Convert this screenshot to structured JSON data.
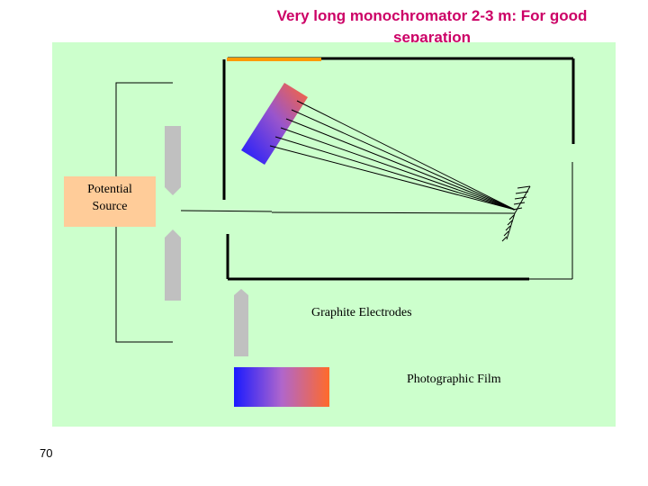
{
  "slide": {
    "title": "Very long monochromator 2-3 m: For good separation",
    "page_number": "70"
  },
  "labels": {
    "potential_source": "Potential\nSource",
    "graphite_electrodes": "Graphite Electrodes",
    "photographic_film": "Photographic Film"
  },
  "colors": {
    "background_panel": "#ccffcc",
    "title_color": "#cc0066",
    "source_box": "#ffcc99",
    "slit_orange": "#ff9900",
    "electrode_grey": "#c0c0c0",
    "spectrum_start": "#1a1aff",
    "spectrum_end": "#ff6633"
  }
}
